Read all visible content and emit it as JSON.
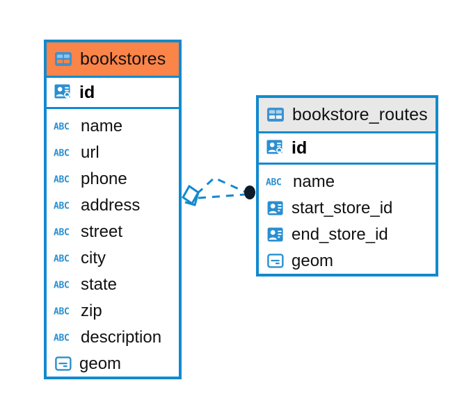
{
  "diagram": {
    "type": "entity-relationship-diagram",
    "background_color": "#FFFFFF",
    "border_color": "#1189CE",
    "relationship": {
      "name": "bookstores-to-bookstore_routes",
      "line_style": "dashed",
      "line_color": "#1189CE",
      "source_marker": "crows-foot-diamond",
      "target_marker": "filled-circle",
      "target_marker_color": "#0D1B2A"
    }
  },
  "entities": [
    {
      "name": "bookstores",
      "title": "bookstores",
      "header_color": "#FB8448",
      "header_icon": "table-icon",
      "primary_key": {
        "label": "id",
        "icon": "primary-key-icon"
      },
      "fields": [
        {
          "label": "name",
          "icon": "abc-text-icon"
        },
        {
          "label": "url",
          "icon": "abc-text-icon"
        },
        {
          "label": "phone",
          "icon": "abc-text-icon"
        },
        {
          "label": "address",
          "icon": "abc-text-icon"
        },
        {
          "label": "street",
          "icon": "abc-text-icon"
        },
        {
          "label": "city",
          "icon": "abc-text-icon"
        },
        {
          "label": "state",
          "icon": "abc-text-icon"
        },
        {
          "label": "zip",
          "icon": "abc-text-icon"
        },
        {
          "label": "description",
          "icon": "abc-text-icon"
        },
        {
          "label": "geom",
          "icon": "geometry-icon"
        }
      ]
    },
    {
      "name": "bookstore_routes",
      "title": "bookstore_routes",
      "header_color": "#E8E8E8",
      "header_icon": "table-icon",
      "primary_key": {
        "label": "id",
        "icon": "primary-key-icon"
      },
      "fields": [
        {
          "label": "name",
          "icon": "abc-text-icon"
        },
        {
          "label": "start_store_id",
          "icon": "foreign-key-icon"
        },
        {
          "label": "end_store_id",
          "icon": "foreign-key-icon"
        },
        {
          "label": "geom",
          "icon": "geometry-icon"
        }
      ]
    }
  ]
}
